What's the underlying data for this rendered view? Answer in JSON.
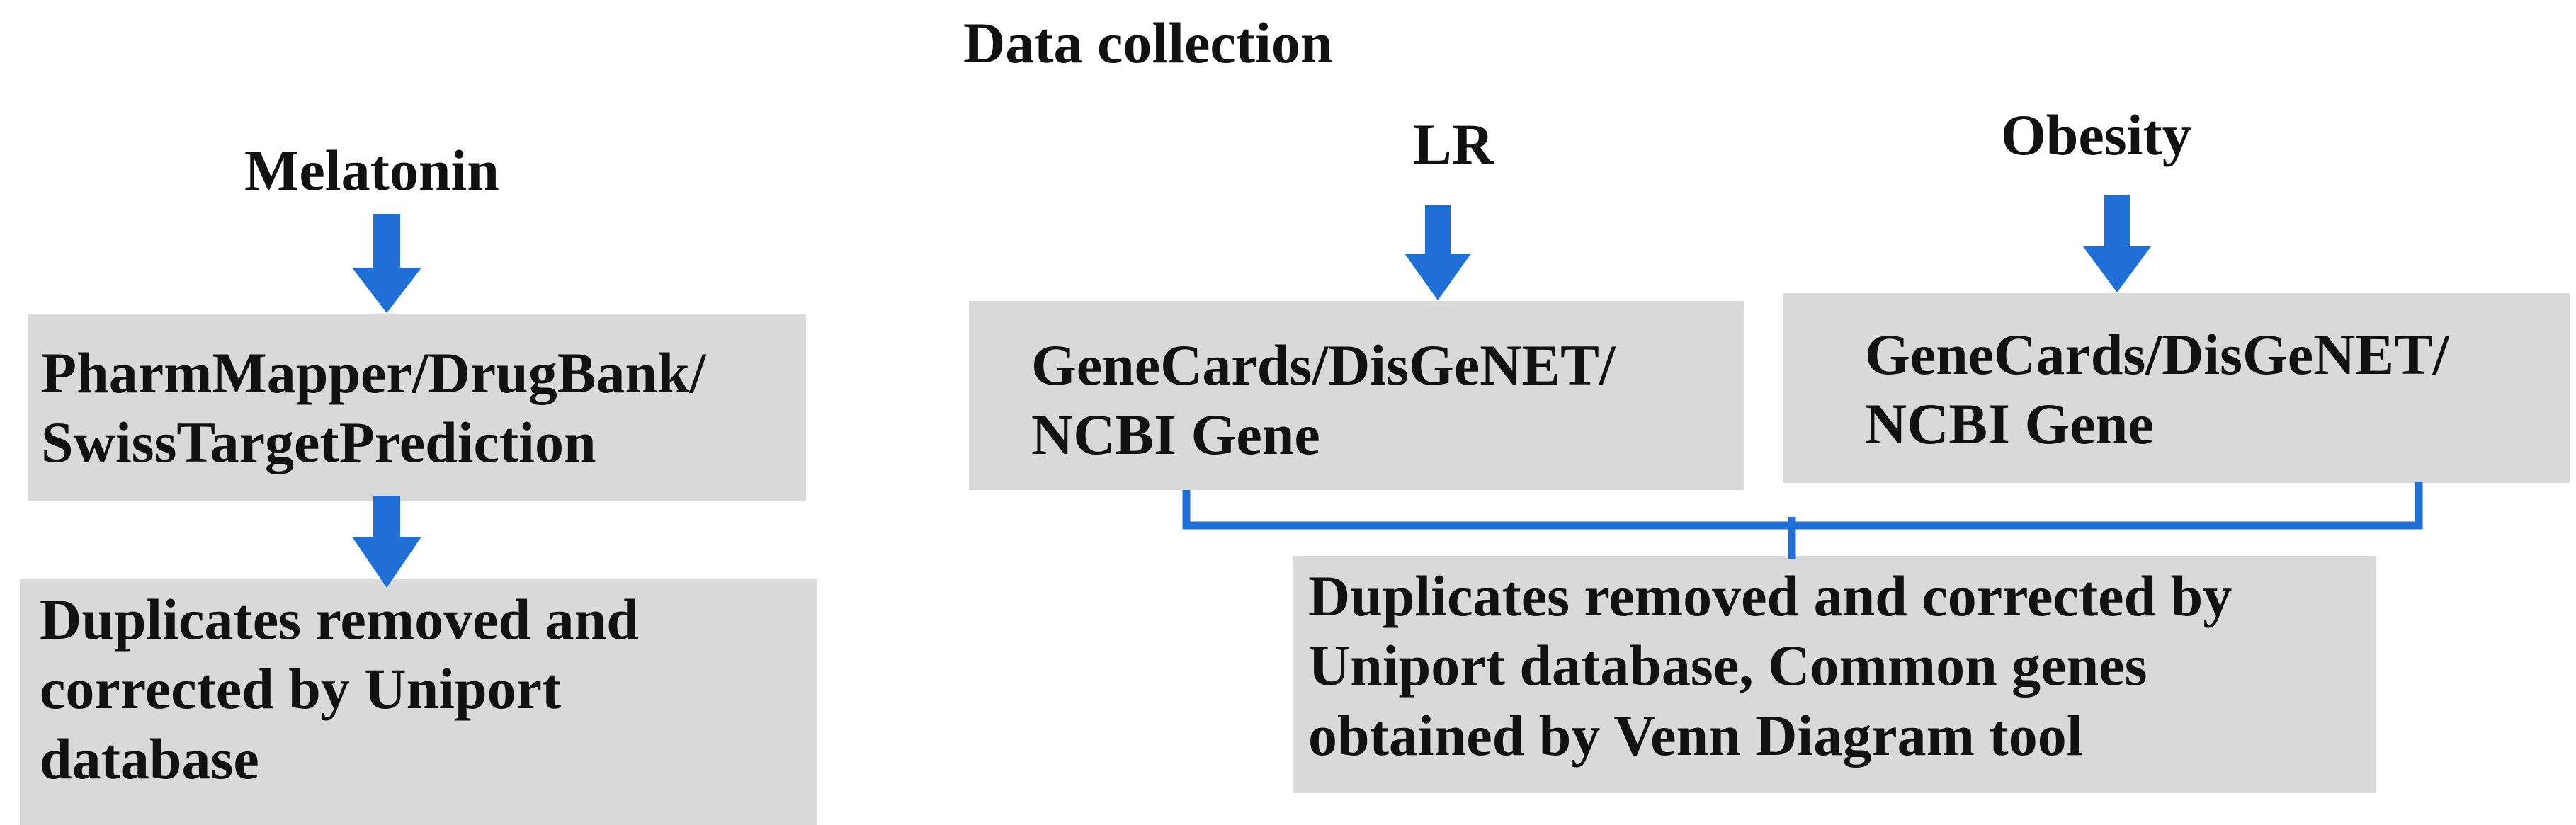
{
  "diagram": {
    "title": "Data collection",
    "colors": {
      "arrow": "#1f6fd6",
      "box": "#d9d9d9",
      "text": "#111111"
    },
    "left_branch": {
      "source": "Melatonin",
      "database_box": "PharmMapper/DrugBank/\nSwissTargetPrediction",
      "result_box": "Duplicates removed and\ncorrected by Uniport\ndatabase"
    },
    "right_branch": {
      "sources": [
        {
          "label": "LR",
          "database_box": "GeneCards/DisGeNET/\nNCBI Gene"
        },
        {
          "label": "Obesity",
          "database_box": "GeneCards/DisGeNET/\nNCBI Gene"
        }
      ],
      "result_box": "Duplicates removed and corrected by\nUniport database, Common genes\nobtained by Venn Diagram tool"
    }
  }
}
